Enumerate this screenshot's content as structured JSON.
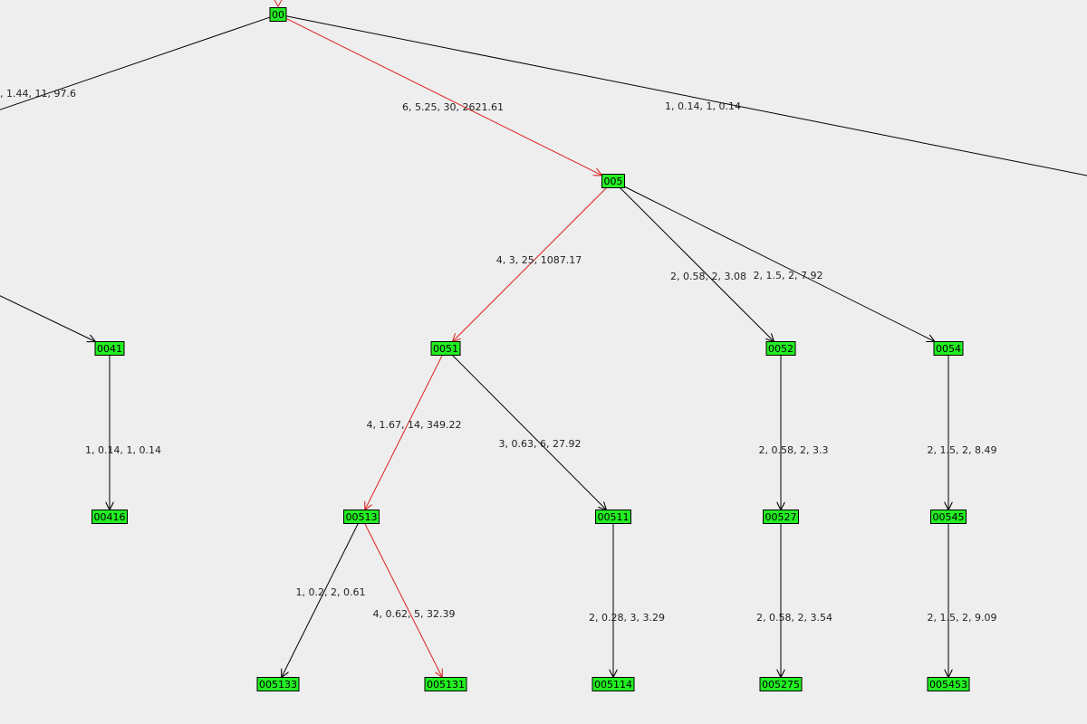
{
  "colors": {
    "background": "#eeeeee",
    "node_fill": "#22ee22",
    "edge_default": "#000000",
    "edge_highlight": "#dd2222"
  },
  "nodes": [
    {
      "id": "00"
    },
    {
      "id": "005"
    },
    {
      "id": "0041"
    },
    {
      "id": "0051"
    },
    {
      "id": "0052"
    },
    {
      "id": "0054"
    },
    {
      "id": "00416"
    },
    {
      "id": "00513"
    },
    {
      "id": "00511"
    },
    {
      "id": "00527"
    },
    {
      "id": "00545"
    },
    {
      "id": "005133"
    },
    {
      "id": "005131"
    },
    {
      "id": "005114"
    },
    {
      "id": "005275"
    },
    {
      "id": "005453"
    }
  ],
  "edges": [
    {
      "from": "00",
      "to": "left-offscreen",
      "label": ", 1.44, 11, 97.6",
      "highlight": false
    },
    {
      "from": "00",
      "to": "005",
      "label": "6, 5.25, 30, 2621.61",
      "highlight": true
    },
    {
      "from": "00",
      "to": "right-offscreen",
      "label": "1, 0.14, 1, 0.14",
      "highlight": false
    },
    {
      "from": "left-offscreen",
      "to": "0041",
      "label": "",
      "highlight": false
    },
    {
      "from": "005",
      "to": "0051",
      "label": "4, 3, 25, 1087.17",
      "highlight": true
    },
    {
      "from": "005",
      "to": "0052",
      "label": "2, 0.58, 2, 3.08",
      "highlight": false
    },
    {
      "from": "005",
      "to": "0054",
      "label": "2, 1.5, 2, 7.92",
      "highlight": false
    },
    {
      "from": "0041",
      "to": "00416",
      "label": "1, 0.14, 1, 0.14",
      "highlight": false
    },
    {
      "from": "0051",
      "to": "00513",
      "label": "4, 1.67, 14, 349.22",
      "highlight": true
    },
    {
      "from": "0051",
      "to": "00511",
      "label": "3, 0.63, 6, 27.92",
      "highlight": false
    },
    {
      "from": "0052",
      "to": "00527",
      "label": "2, 0.58, 2, 3.3",
      "highlight": false
    },
    {
      "from": "0054",
      "to": "00545",
      "label": "2, 1.5, 2, 8.49",
      "highlight": false
    },
    {
      "from": "00513",
      "to": "005133",
      "label": "1, 0.2, 2, 0.61",
      "highlight": false
    },
    {
      "from": "00513",
      "to": "005131",
      "label": "4, 0.62, 5, 32.39",
      "highlight": true
    },
    {
      "from": "00511",
      "to": "005114",
      "label": "2, 0.28, 3, 3.29",
      "highlight": false
    },
    {
      "from": "00527",
      "to": "005275",
      "label": "2, 0.58, 2, 3.54",
      "highlight": false
    },
    {
      "from": "00545",
      "to": "005453",
      "label": "2, 1.5, 2, 9.09",
      "highlight": false
    }
  ]
}
